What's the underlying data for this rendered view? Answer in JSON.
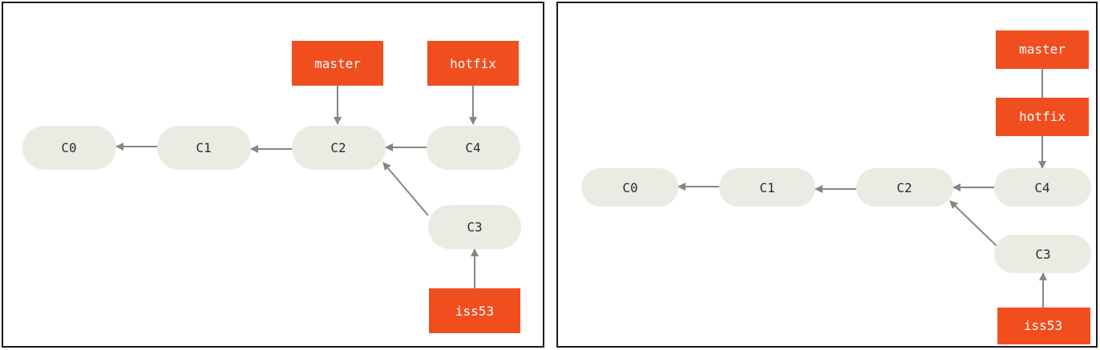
{
  "panels": [
    {
      "id": "before",
      "commits": [
        {
          "id": "c0",
          "label": "C0"
        },
        {
          "id": "c1",
          "label": "C1"
        },
        {
          "id": "c2",
          "label": "C2"
        },
        {
          "id": "c4",
          "label": "C4"
        },
        {
          "id": "c3",
          "label": "C3"
        }
      ],
      "branches": [
        {
          "id": "master",
          "label": "master"
        },
        {
          "id": "hotfix",
          "label": "hotfix"
        },
        {
          "id": "iss53",
          "label": "iss53"
        }
      ]
    },
    {
      "id": "after",
      "commits": [
        {
          "id": "c0",
          "label": "C0"
        },
        {
          "id": "c1",
          "label": "C1"
        },
        {
          "id": "c2",
          "label": "C2"
        },
        {
          "id": "c4",
          "label": "C4"
        },
        {
          "id": "c3",
          "label": "C3"
        }
      ],
      "branches": [
        {
          "id": "master",
          "label": "master"
        },
        {
          "id": "hotfix",
          "label": "hotfix"
        },
        {
          "id": "iss53",
          "label": "iss53"
        }
      ]
    }
  ],
  "colors": {
    "commit_fill": "#ebeae3",
    "branch_fill": "#f14e20",
    "edge": "#8a8580"
  }
}
